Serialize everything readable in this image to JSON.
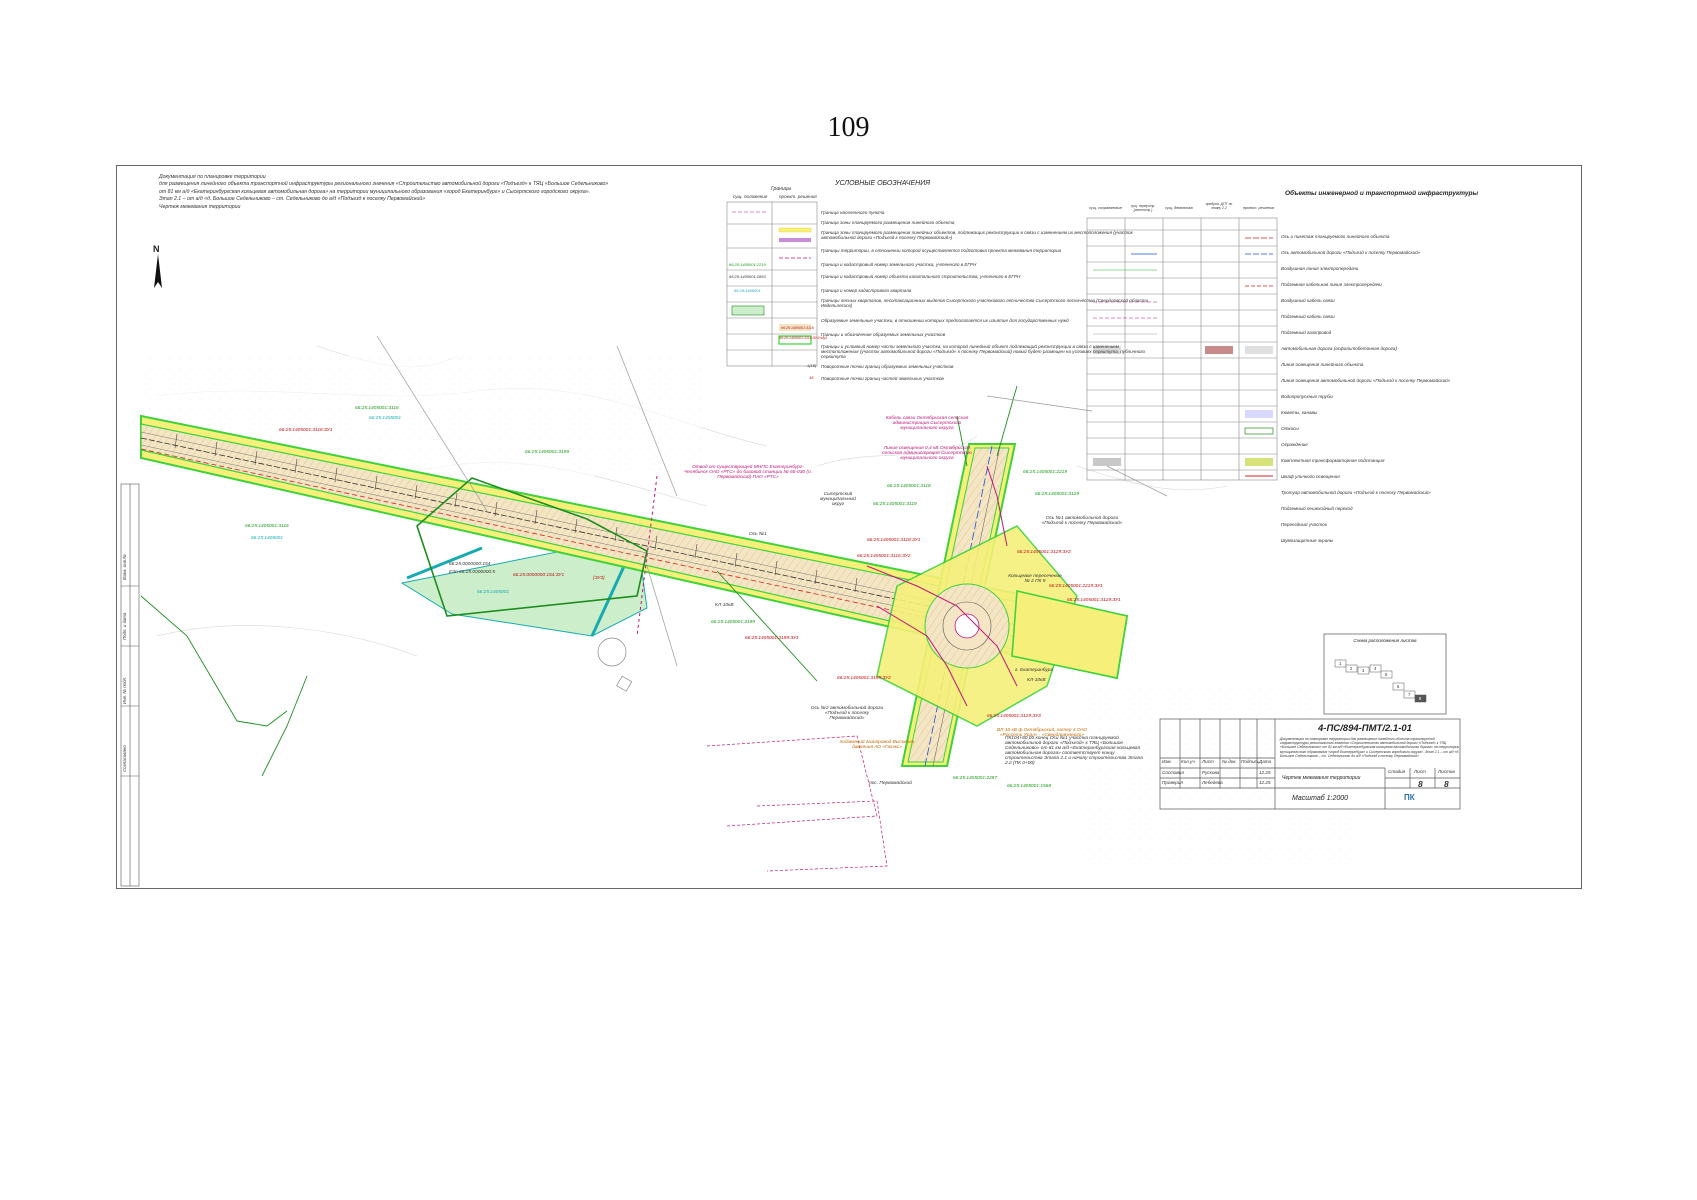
{
  "page": {
    "number": "109"
  },
  "header_note": {
    "lines": [
      "Документация по планировке территории",
      "для размещения линейного объекта транспортной инфраструктуры регионального значения «Строительство автомобильной дороги «Подъезд» к ТЯЦ «Большое Седельниково»",
      "от 81 км а/д «Екатеринбургская кольцевая автомобильная дорога» на территории муниципального образования «город Екатеринбург» и Сысертского городского округа».",
      "Этап 2.1 – от а/д «д. Большое Седельниково – ст. Седельниково до а/д «Подъезд к поселку Первомайский»",
      "Чертеж межевания территории"
    ]
  },
  "north_arrow": {
    "label": "N"
  },
  "legend_boundaries": {
    "group_title": "Границы",
    "title": "УСЛОВНЫЕ ОБОЗНАЧЕНИЯ",
    "col_existing": "сущ. положение",
    "col_proposed": "проект. решения",
    "items": [
      "Граница населенного пункта",
      "Граница зоны планируемого размещения линейного объекта",
      "Граница зоны планируемого размещения линейных объектов, подлежащих реконструкции в связи с изменением их местоположения (участок автомобильной дороги «Подъезд к поселку Первомайский»)",
      "Границы территории, в отношении которой осуществляется подготовка проекта межевания территории",
      "Граница и кадастровый номер земельного участка, учтенного в ЕГРН",
      "Граница и кадастровый номер объекта капитального строительства, учтенного в ЕГРН",
      "Граница и номер кадастрового квартала",
      "Границы лесных кварталов, лесотаксационных выделов Сысертского участкового лесничества Сысертского лесничества (Свердловской области Ивдельлесхоз)",
      "Образуемые земельные участки, в отношении которых предполагается их изъятие для государственных нужд",
      "Границы и обозначение образуемых земельных участков",
      "Границы и условный номер части земельного участка, на которой линейный объект подлежащий реконструкции в связи с изменением местоположения (участок автомобильной дороги «Подъезд» к поселку Первомайский) новый будет размещен на условиях сервитута, публичного сервитута",
      "Поворотные точки границ образуемых земельных участков",
      "Поворотные точки границ частей земельных участков"
    ],
    "codes": [
      "66:25:1405001:2219",
      "66:25:1405001:1853",
      "66:25:1405001",
      "66:25:1405001:3116",
      "66:25:1405001:3116:ЗУ1/чзу1"
    ],
    "point_labels": [
      "1(18)",
      "18"
    ]
  },
  "legend_infrastructure": {
    "title": "Объекты инженерной и транспортной инфраструктуры",
    "columns": [
      "сущ. сохраняемые",
      "сущ. переустр. (реконстр.)",
      "сущ. демонтаж",
      "предусм. ДПТ по этапу 2.2",
      "проект. решения"
    ],
    "items": [
      "Ось и пикетаж планируемого линейного объекта",
      "Ось автомобильной дороги «Подъезд к поселку Первомайский»",
      "Воздушная линия электропередачи",
      "Подземная кабельная линия электропередачи",
      "Воздушный кабель связи",
      "Подземный кабель связи",
      "Подземный газопровод",
      "Автомобильная дорога (асфальтобетонная дорога)",
      "Линия освещения линейного объекта",
      "Линия освещения автомобильной дороги «Подъезд к поселку Первомайский»",
      "Водопропускные трубы",
      "Кюветы, канавы",
      "Откосы",
      "Ограждение",
      "Комплектная трансформаторная подстанция",
      "Шкаф уличного освещения",
      "Тротуар автомобильной дороги «Подъезд к поселку Первомайский»",
      "Подземный пешеходный переход",
      "Переездный участок",
      "Шумозащитные экраны"
    ]
  },
  "map_labels": {
    "red": [
      "66:25:1405001:3116:ЗУ1",
      "66:25:0000000:154:ЗУ1",
      "66:25:1405001:3199:ЗУ1",
      "66:25:1405001:3118:ЗУ1",
      "66:25:1405001:3129:ЗУ1",
      "66:25:1405001:2219:ЗУ1",
      "66:25:1405001:3129:ЗУ2",
      "66:25:1405001:3116:ЗУ2",
      "(ЗУ3)",
      "66:25:1405001:3199:ЗУ2",
      "66:25:1405001:3129:ЗУ3"
    ],
    "green": [
      "66:25:1405001:3116",
      "66:25:1405001:3199",
      "66:25:1405001:3118",
      "66:25:1405001:3119",
      "66:25:1405001:2219",
      "66:25:1405001:3129",
      "66:25:1405001:2287",
      "66:25:1405001:1568"
    ],
    "cyan": [
      "66:25:1405001"
    ],
    "pink_notes": [
      "Кабель связи Октябрьская сельская администрация Сысертского муниципального округа",
      "Линия освещения 0,4 кВ Октябрьская сельская администрация Сысертского муниципального округа",
      "Отвод от существующей МНПС Екатеринбург-Челябинск ОАО «РТС» до базовой станции № 66-030 (п. Первомайский) ПАО «РТС»"
    ],
    "black_notes": [
      "Сысертский муниципальный округ",
      "Ось №1",
      "Ось №1 автомобильной дороги «Подъезд к поселку Первомайский»",
      "Кольцевое пересечение № 2 ПК 9",
      "Ось №2 автомобильной дороги «Подъезд к поселку Первомайский»",
      "пос. Первомайский",
      "г. Екатеринбург",
      "ПК104+80,00 конец Оси №1 участка планируемой автомобильной дороги «Подъезд» к ТЯЦ «Большое Седельниково» от 81 км а/д «Екатеринбургская кольцевая автомобильная дорога» соответствует концу строительства Этапа 2.1 и началу строительства Этапа 2.2 (ПК 0+00)"
    ],
    "orange_notes": [
      "подземный газопровод Высокого давления АО «Газэкс»",
      "ВЛ-10 кВ ф.Октябрьский, литер 4 ОАО «Россети Урал» - «Свердловэнерго»"
    ],
    "codes_misc": [
      "66:25:0000000:154",
      "ЕЗп 66:25:0000000:5",
      "КЛ-10кВ",
      "КЛ-10кВ"
    ]
  },
  "minimap": {
    "title": "Схема расположения листов",
    "sheets": [
      "1",
      "2",
      "3",
      "4",
      "5",
      "6",
      "7",
      "8"
    ]
  },
  "stamp": {
    "code": "4-ПС/894-ПМТ/2.1-01",
    "description": "Документация по планировке территории для размещения линейного объекта транспортной инфраструктуры регионального значения «Строительство автомобильной дороги «Подъезд» к ТЯЦ «Большое Седельниково» от 81 км а/д «Екатеринбургская кольцевая автомобильная дорога» на территории муниципального образования «город Екатеринбург» и Сысертского городского округа». Этап 2.1 – от а/д «д. Большое Седельниково – ст. Седельниково до а/д «Подъезд к поселку Первомайский»",
    "header_cells": [
      "Изм.",
      "Кол.уч",
      "Лист",
      "№ док.",
      "Подпись",
      "Дата"
    ],
    "people": [
      {
        "role": "Составил",
        "name": "Рускова",
        "date": "12.25"
      },
      {
        "role": "Проверил",
        "name": "Лебедева",
        "date": "12.25"
      }
    ],
    "stage_label": "Стадия",
    "sheet_label": "Лист",
    "sheets_label": "Листов",
    "stage_value": "8",
    "sheets_value": "8",
    "sheet_title": "Чертеж межевания территории",
    "scale": "Масштаб 1:2000",
    "logo_text": "ПК"
  },
  "side_strip": [
    "Взам. инв.№",
    "Подп. и дата",
    "Инв. № подл.",
    "Согласовано"
  ],
  "colors": {
    "zone_yellow": "#f6f07a",
    "zone_green": "#3fd23a",
    "zone_hatch": "#f2ddb0",
    "parcel_light_green": "#cdeecb",
    "red_line": "#d32020",
    "pink": "#c0157a",
    "cyan": "#18aab2",
    "dark_green": "#1e8e1e"
  }
}
